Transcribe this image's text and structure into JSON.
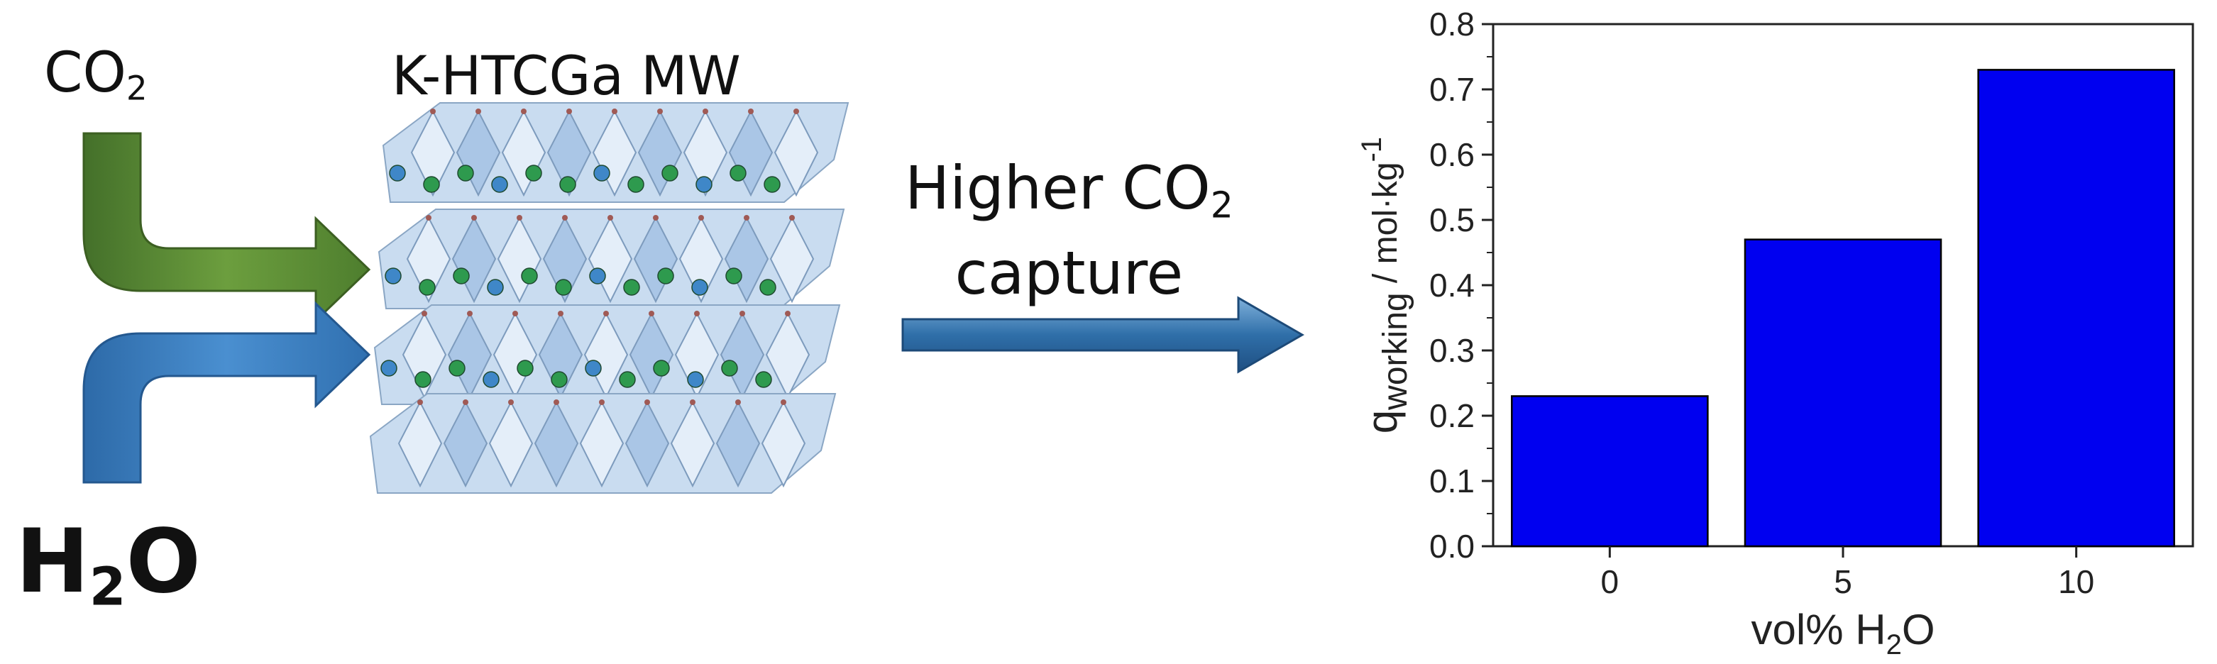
{
  "labels": {
    "co2_main": "CO",
    "co2_sub": "2",
    "h2o_main": "H",
    "h2o_sub": "2",
    "h2o_tail": "O",
    "material": "K-HTCGa MW",
    "capture_line1_main": "Higher CO",
    "capture_line1_sub": "2",
    "capture_line2": "capture"
  },
  "colors": {
    "co2_arrow": "#5a8a32",
    "h2o_arrow": "#3a7dbf",
    "result_arrow": "#2f6fa9",
    "bar": "#0000f0",
    "crystal": "#c9dcf0",
    "potassium": "#2e9a4e",
    "gallium": "#3f87c8"
  },
  "chart_data": {
    "type": "bar",
    "categories": [
      "0",
      "5",
      "10"
    ],
    "values": [
      0.23,
      0.47,
      0.73
    ],
    "xlabel_main": "vol% H",
    "xlabel_sub": "2",
    "xlabel_tail": "O",
    "ylabel_main": "q",
    "ylabel_sub": "working",
    "ylabel_unit": " / mol·kg",
    "ylabel_sup": "-1",
    "ylim": [
      0,
      0.8
    ],
    "yticks": [
      "0.0",
      "0.1",
      "0.2",
      "0.3",
      "0.4",
      "0.5",
      "0.6",
      "0.7",
      "0.8"
    ],
    "grid": false
  }
}
